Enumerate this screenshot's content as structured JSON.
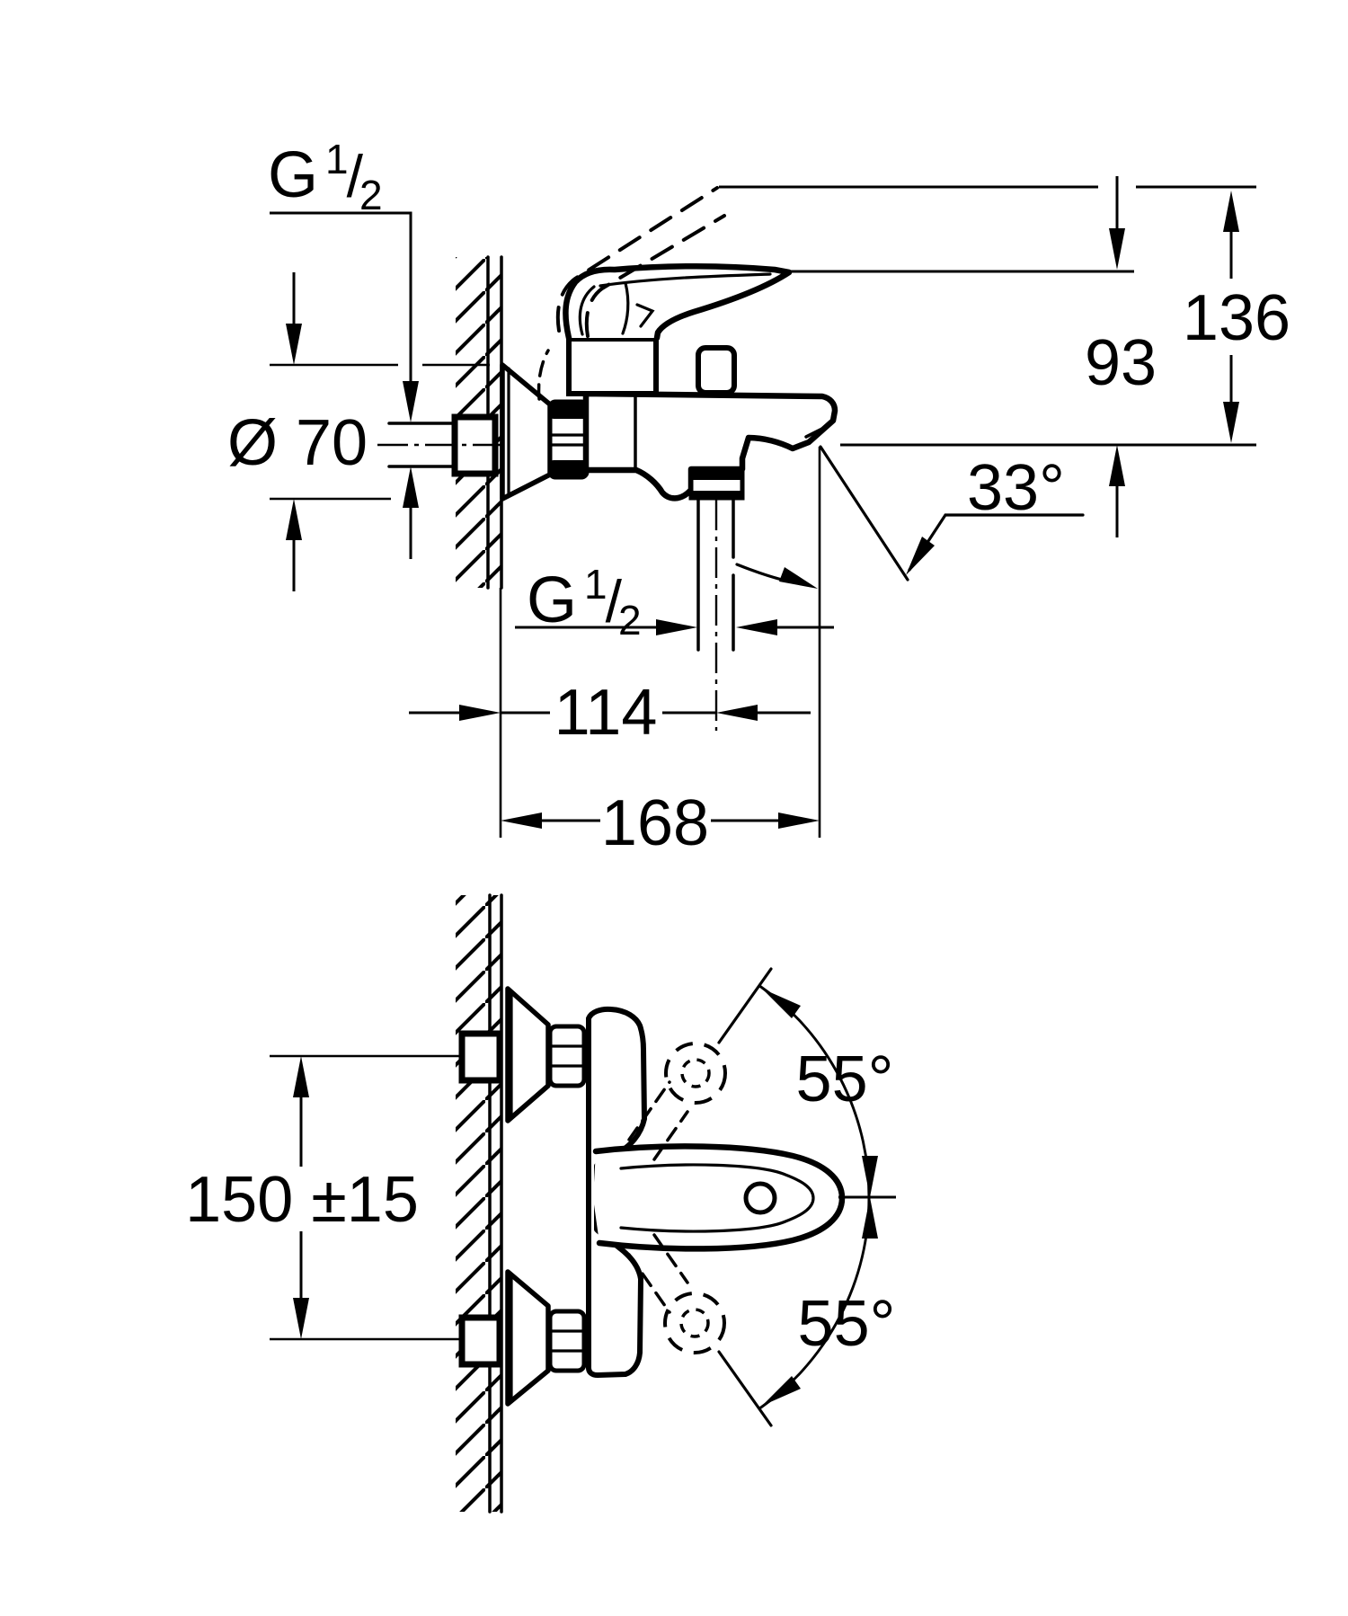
{
  "drawing": {
    "colors": {
      "ink": "#000000",
      "paper": "#ffffff"
    },
    "labels": {
      "supply_thread": {
        "prefix": "G",
        "numerator": "1",
        "slash": "/",
        "denominator": "2"
      },
      "hose_thread": {
        "prefix": "G",
        "numerator": "1",
        "slash": "/",
        "denominator": "2"
      },
      "escutcheon_diameter": "Ø 70",
      "height_spout_to_handle": "93",
      "height_spout_to_handle_open": "136",
      "spout_angle": "33°",
      "hose_outlet_offset": "114",
      "spout_projection": "168",
      "connection_centers": "150 ±15",
      "handle_swing_up": "55°",
      "handle_swing_down": "55°"
    }
  }
}
